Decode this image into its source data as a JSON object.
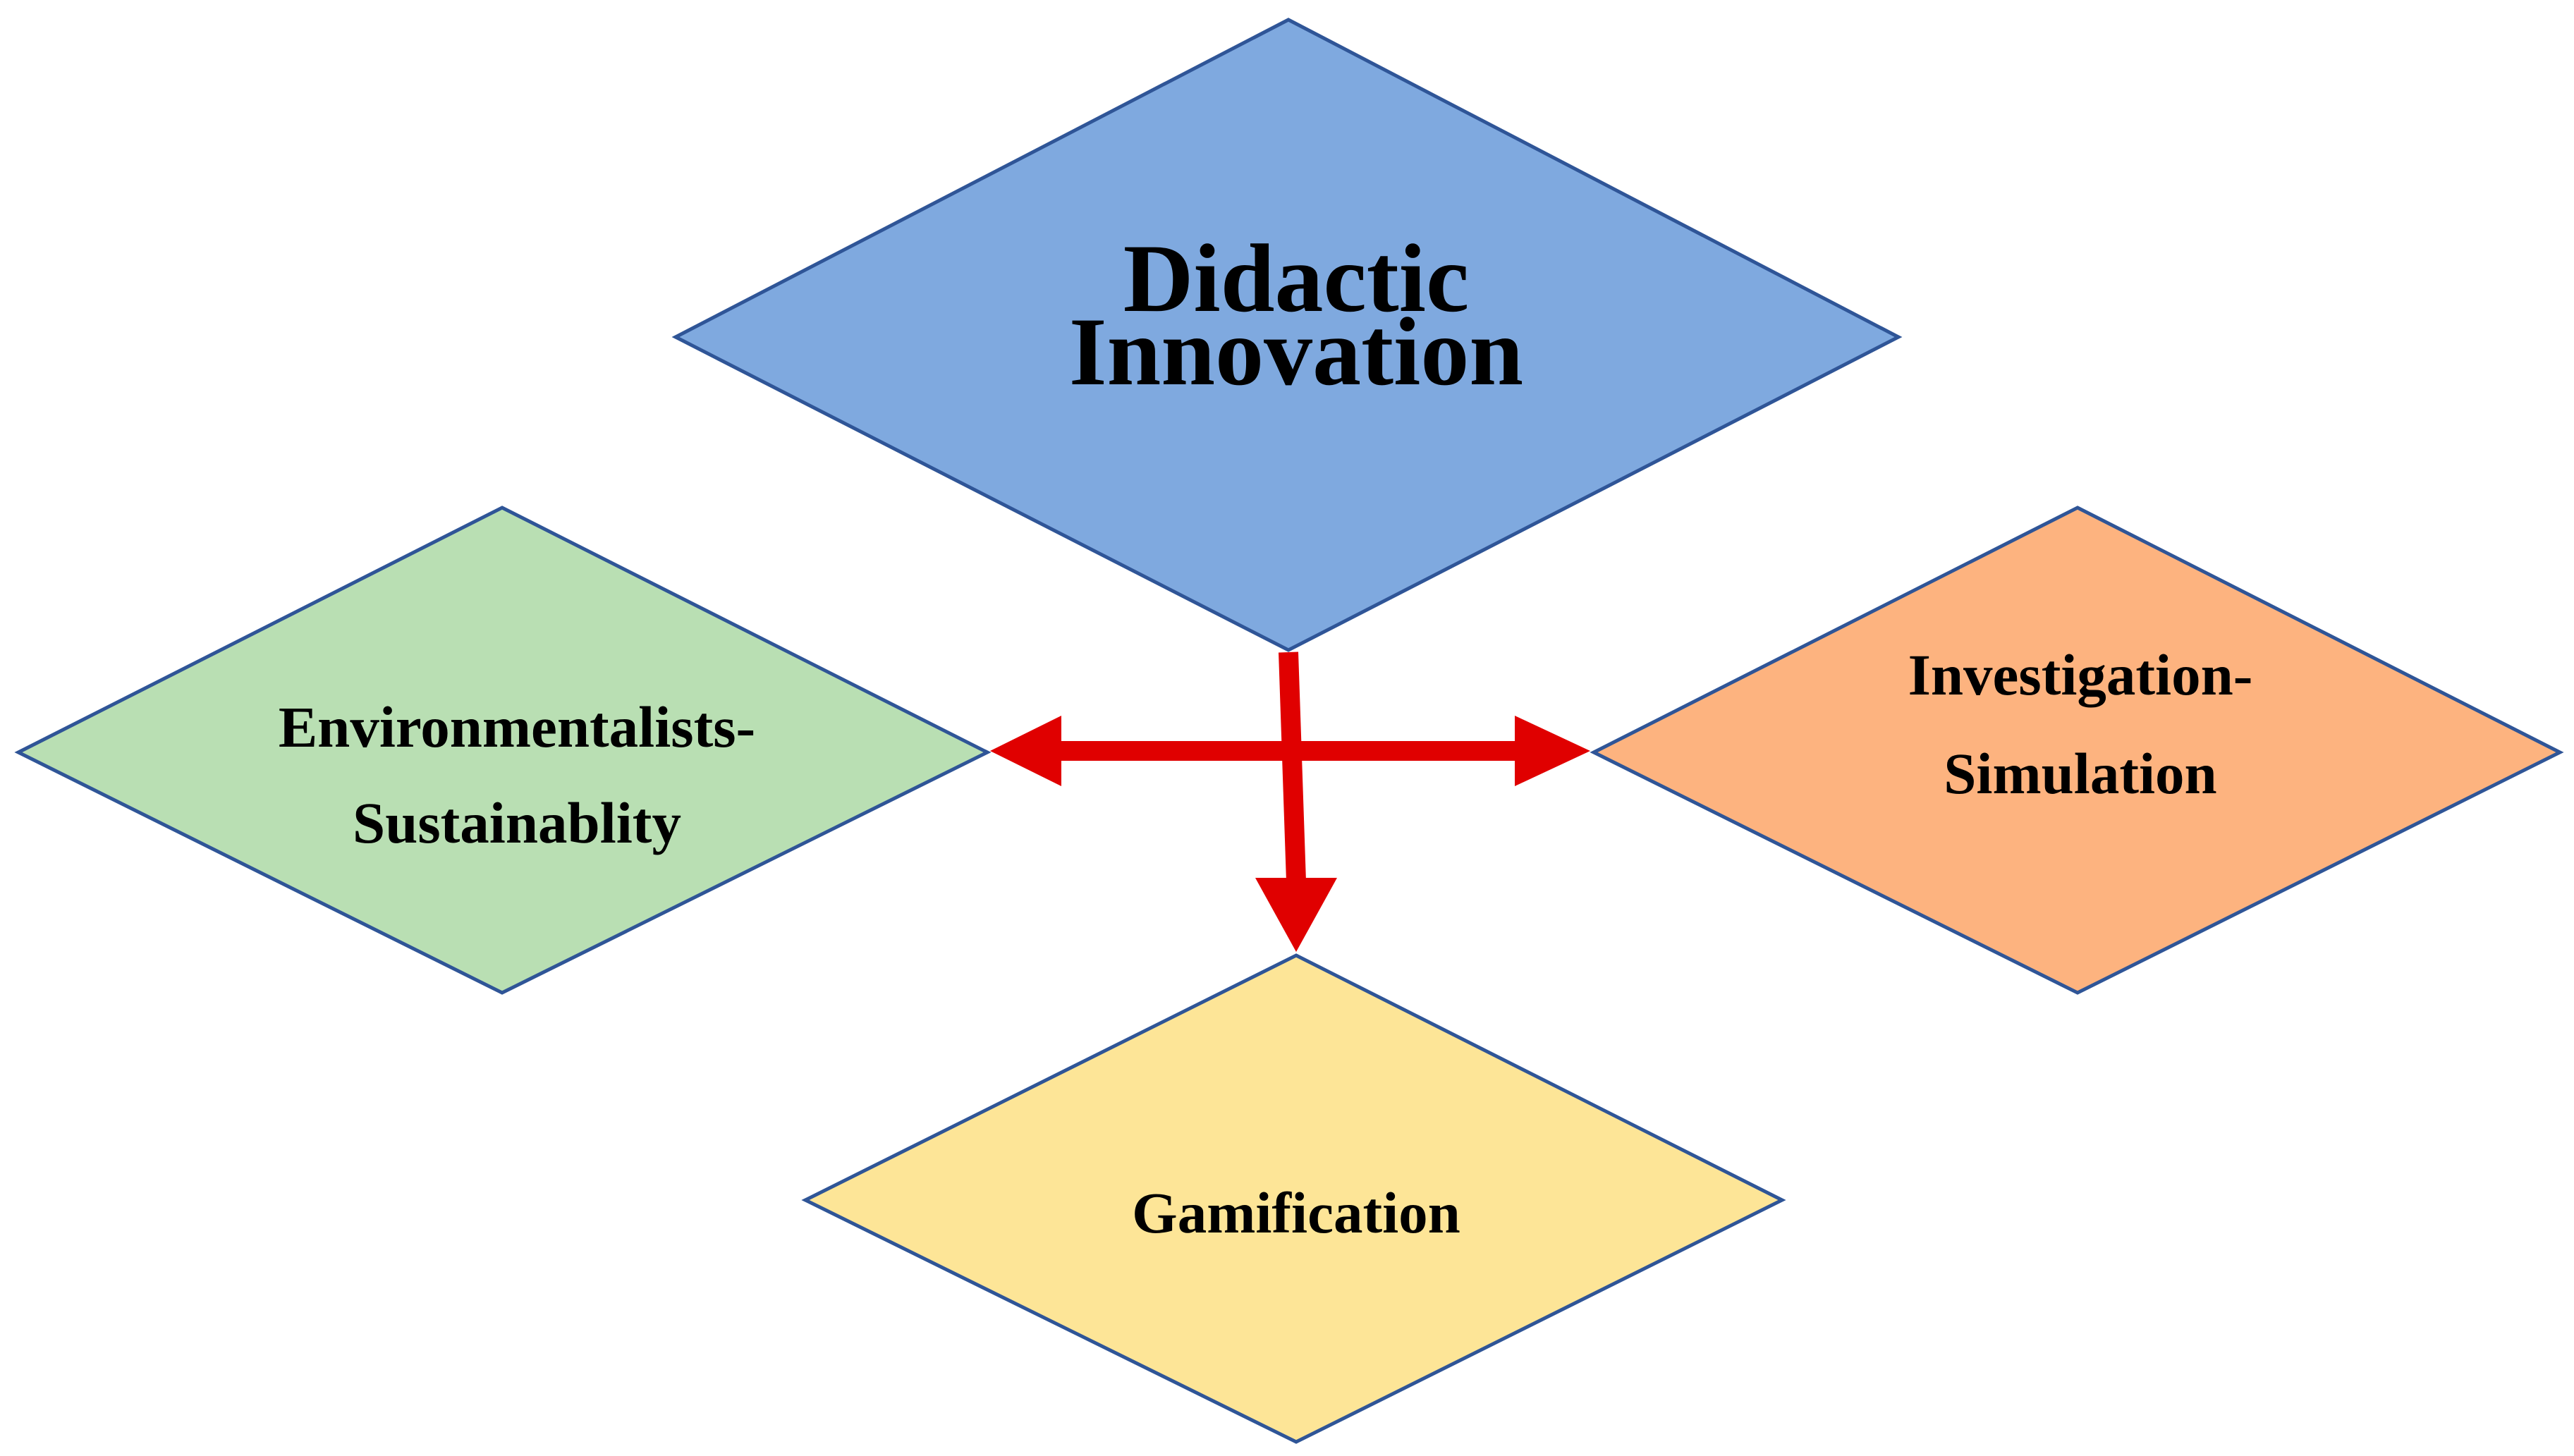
{
  "diagram": {
    "nodes": {
      "main": {
        "lines": [
          "Didactic",
          "Innovation"
        ],
        "fill": "#7fa9df",
        "stroke": "#2f5597"
      },
      "left": {
        "lines": [
          "Environmentalists-",
          "Sustainablity"
        ],
        "fill": "#b9dfb3",
        "stroke": "#2f5597"
      },
      "right": {
        "lines": [
          "Investigation-",
          "Simulation"
        ],
        "fill": "#fdb37f",
        "stroke": "#2f5597"
      },
      "bottom": {
        "lines": [
          "Gamification"
        ],
        "fill": "#fde597",
        "stroke": "#2f5597"
      }
    },
    "connector_color": "#e00000"
  }
}
